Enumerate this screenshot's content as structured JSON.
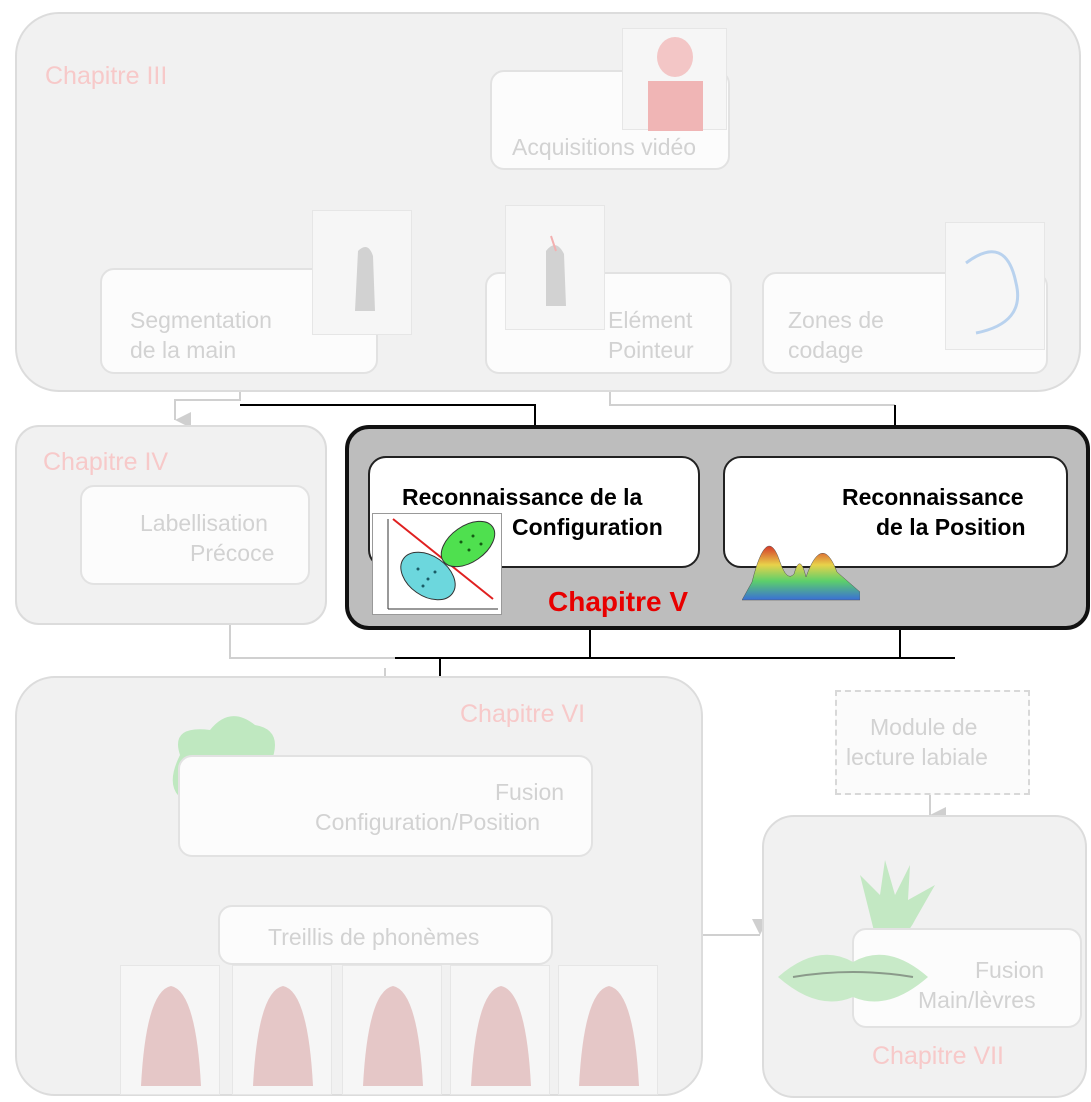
{
  "chapters": {
    "ch3": "Chapitre III",
    "ch4": "Chapitre IV",
    "ch5": "Chapitre V",
    "ch6": "Chapitre VI",
    "ch7": "Chapitre VII"
  },
  "boxes": {
    "acquisition": "Acquisitions vidéo",
    "segmentation": [
      "Segmentation",
      "de la main"
    ],
    "pointer": [
      "Elément",
      "Pointeur"
    ],
    "zones": [
      "Zones de",
      "codage"
    ],
    "labeling": [
      "Labellisation",
      "Précoce"
    ],
    "config_recognition": [
      "Reconnaissance de la",
      "Configuration"
    ],
    "position_recognition": [
      "Reconnaissance",
      "de la Position"
    ],
    "fusion_config_position": [
      "Fusion",
      "Configuration/Position"
    ],
    "phoneme_lattice": "Treillis de phonèmes",
    "lip_reading": [
      "Module de",
      "lecture labiale"
    ],
    "fusion_hand_lips": [
      "Fusion",
      "Main/lèvres"
    ]
  },
  "colors": {
    "active_panel": "#bdbdbd",
    "chapter_v": "#e80000",
    "faded": "#f1f1f1"
  }
}
